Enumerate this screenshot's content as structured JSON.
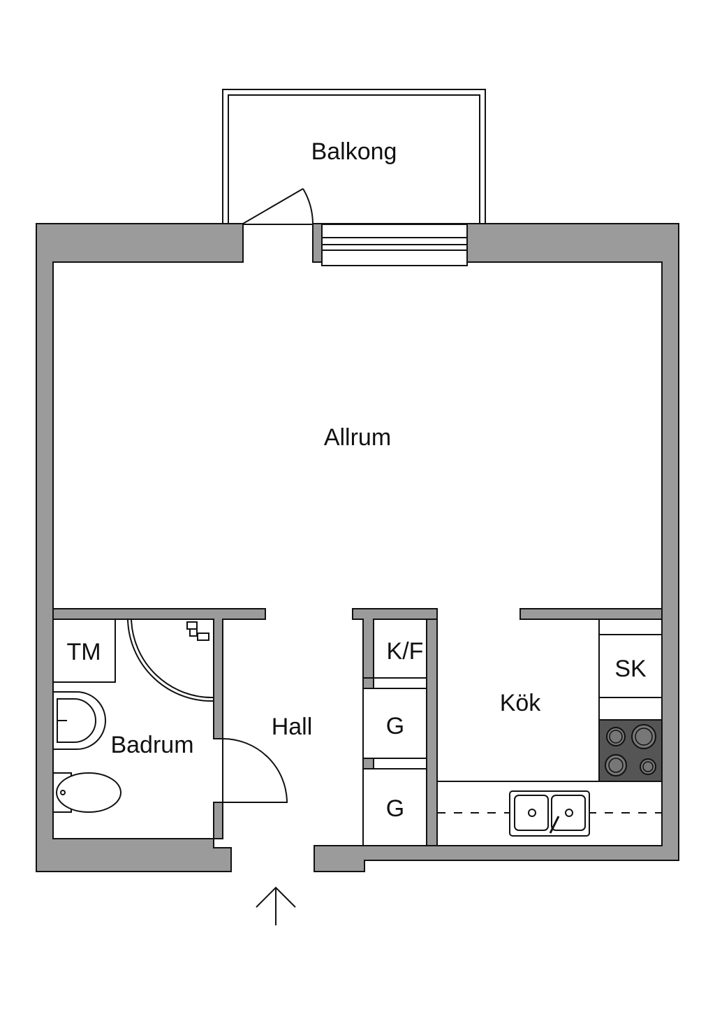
{
  "rooms": {
    "balcony": "Balkong",
    "living": "Allrum",
    "hall": "Hall",
    "kitchen": "Kök",
    "bathroom": "Badrum"
  },
  "fixtures": {
    "washer": "TM",
    "fridge_freezer": "K/F",
    "wardrobe_1": "G",
    "wardrobe_2": "G",
    "kitchen_cabinet": "SK"
  },
  "entrance_icon": "up-arrow-icon",
  "colors": {
    "wall": "#9b9b9b",
    "stove": "#555555",
    "line": "#111111"
  }
}
